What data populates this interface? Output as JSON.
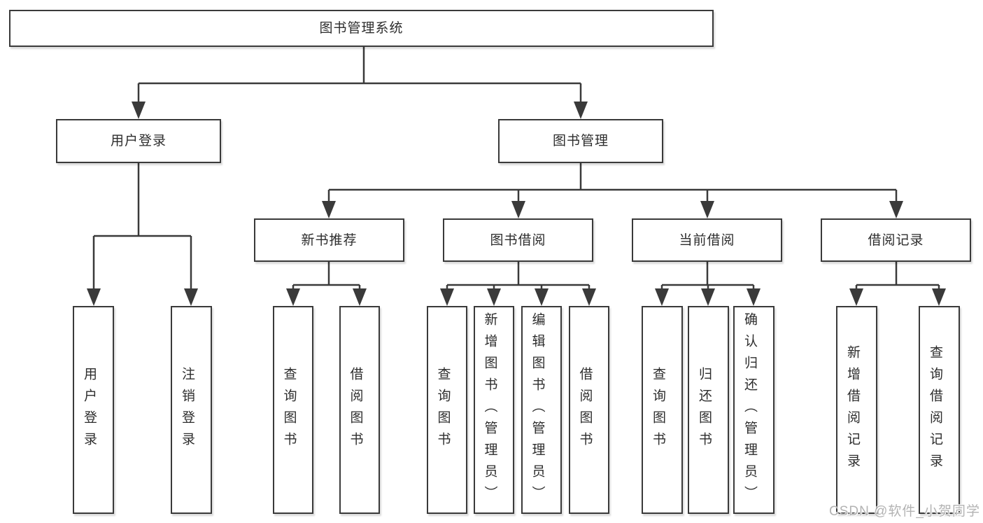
{
  "diagram": {
    "root": {
      "label": "图书管理系统"
    },
    "branches": [
      {
        "label": "用户登录",
        "children": [
          {
            "label": "用户登录"
          },
          {
            "label": "注销登录"
          }
        ]
      },
      {
        "label": "图书管理",
        "children": [
          {
            "label": "新书推荐",
            "children": [
              {
                "label": "查询图书"
              },
              {
                "label": "借阅图书"
              }
            ]
          },
          {
            "label": "图书借阅",
            "children": [
              {
                "label": "查询图书"
              },
              {
                "label": "新增图书（管理员）"
              },
              {
                "label": "编辑图书（管理员）"
              },
              {
                "label": "借阅图书"
              }
            ]
          },
          {
            "label": "当前借阅",
            "children": [
              {
                "label": "查询图书"
              },
              {
                "label": "归还图书"
              },
              {
                "label": "确认归还（管理员）"
              }
            ]
          },
          {
            "label": "借阅记录",
            "children": [
              {
                "label": "新增借阅记录"
              },
              {
                "label": "查询借阅记录"
              }
            ]
          }
        ]
      }
    ]
  },
  "watermark": "CSDN @软件_小贺同学",
  "colors": {
    "line": "#3a3a3a",
    "text": "#2d2d2d",
    "watermark": "#b3b3b3",
    "background": "#ffffff"
  }
}
